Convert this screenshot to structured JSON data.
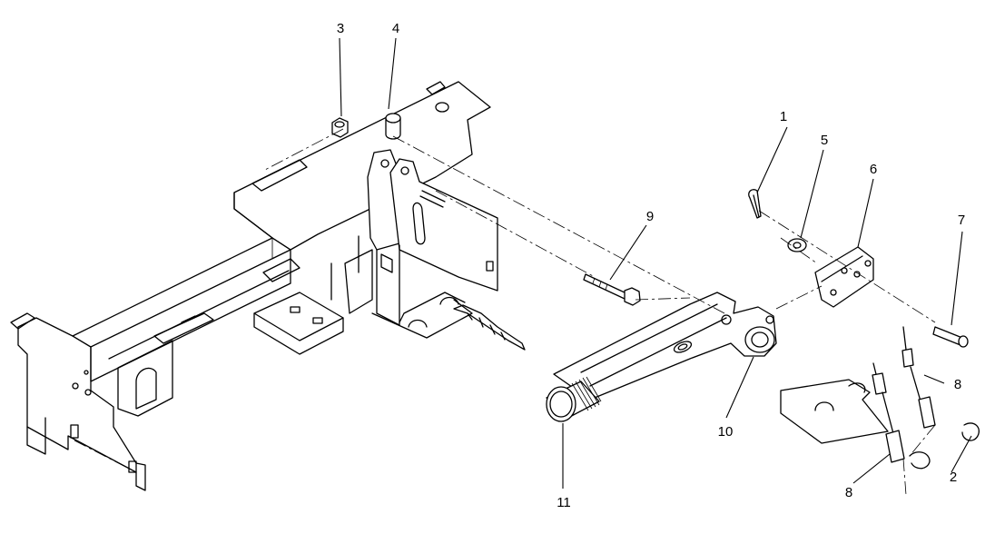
{
  "callouts": [
    {
      "id": "c1",
      "label": "1"
    },
    {
      "id": "c2",
      "label": "2"
    },
    {
      "id": "c3",
      "label": "3"
    },
    {
      "id": "c4",
      "label": "4"
    },
    {
      "id": "c5",
      "label": "5"
    },
    {
      "id": "c6",
      "label": "6"
    },
    {
      "id": "c7",
      "label": "7"
    },
    {
      "id": "c8a",
      "label": "8"
    },
    {
      "id": "c8b",
      "label": "8"
    },
    {
      "id": "c9",
      "label": "9"
    },
    {
      "id": "c10",
      "label": "10"
    },
    {
      "id": "c11",
      "label": "11"
    }
  ]
}
